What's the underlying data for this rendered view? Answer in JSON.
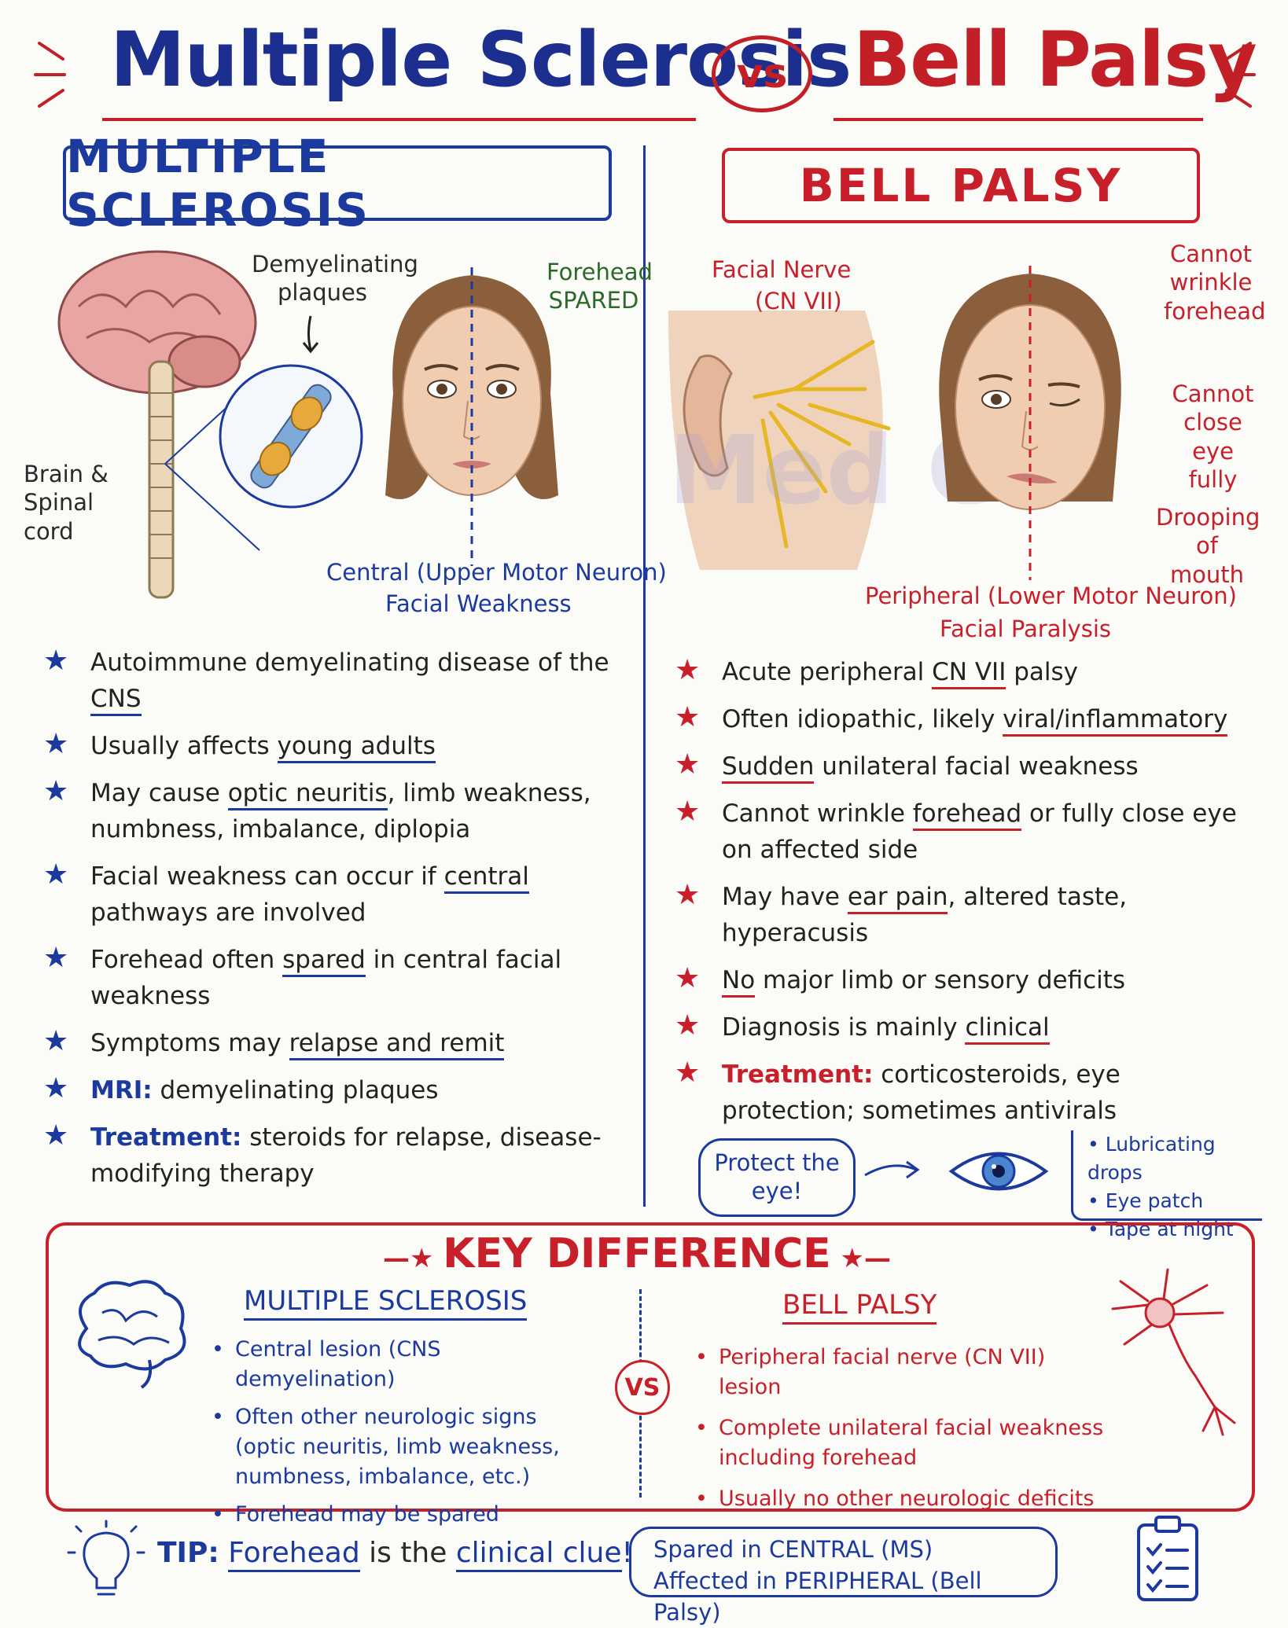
{
  "title": {
    "left": "Multiple Sclerosis",
    "vs": "vs",
    "right": "Bell Palsy"
  },
  "ms": {
    "header": "MULTIPLE SCLEROSIS",
    "labels": {
      "plaques": "Demyelinating plaques",
      "forehead": "Forehead SPARED",
      "brain_cord": "Brain & Spinal cord",
      "caption_1": "Central (Upper Motor Neuron)",
      "caption_2": "Facial Weakness"
    },
    "bullets": [
      [
        "Autoimmune demyelinating disease of the ",
        "CNS",
        ""
      ],
      [
        "Usually affects ",
        "young adults",
        ""
      ],
      [
        "May cause ",
        "optic neuritis",
        ", limb weakness, numbness, imbalance, diplopia"
      ],
      [
        "Facial weakness can occur if ",
        "central",
        " pathways are involved"
      ],
      [
        "Forehead often ",
        "spared",
        " in central facial weakness"
      ],
      [
        "Symptoms may ",
        "relapse and remit",
        ""
      ],
      [
        "",
        "MRI:",
        " demyelinating plaques"
      ],
      [
        "",
        "Treatment:",
        " steroids for relapse, disease-modifying therapy"
      ]
    ]
  },
  "bp": {
    "header": "BELL PALSY",
    "labels": {
      "nerve_1": "Facial Nerve",
      "nerve_2": "(CN VII)",
      "wrinkle": "Cannot wrinkle forehead",
      "close_eye": "Cannot close eye fully",
      "drooping": "Drooping of mouth",
      "caption_1": "Peripheral (Lower Motor Neuron)",
      "caption_2": "Facial Paralysis",
      "watermark": "Med G"
    },
    "bullets": [
      [
        "Acute peripheral ",
        "CN VII",
        " palsy"
      ],
      [
        "Often idiopathic, likely ",
        "viral/inflammatory",
        ""
      ],
      [
        "",
        "Sudden",
        " unilateral facial weakness"
      ],
      [
        "Cannot wrinkle ",
        "forehead",
        " or fully close eye on affected side"
      ],
      [
        "May have ",
        "ear pain",
        ", altered taste, hyperacusis"
      ],
      [
        "",
        "No",
        " major limb or sensory deficits"
      ],
      [
        "Diagnosis is mainly ",
        "clinical",
        ""
      ],
      [
        "",
        "Treatment:",
        " corticosteroids, eye protection; sometimes antivirals"
      ]
    ],
    "protect": "Protect the eye!",
    "eye_care": [
      "Lubricating drops",
      "Eye patch",
      "Tape at night"
    ]
  },
  "key_difference": {
    "title": "KEY DIFFERENCE",
    "vs": "VS",
    "ms_header": "MULTIPLE SCLEROSIS",
    "ms_points": [
      "Central lesion (CNS demyelination)",
      "Often other neurologic signs (optic neuritis, limb weakness, numbness, imbalance, etc.)",
      "Forehead may be spared"
    ],
    "bp_header": "BELL PALSY",
    "bp_points": [
      "Peripheral facial nerve (CN VII) lesion",
      "Complete unilateral facial weakness including forehead",
      "Usually no other neurologic deficits"
    ]
  },
  "tip": {
    "label": "TIP:",
    "word": "Forehead",
    "mid": " is the ",
    "clue": "clinical clue",
    "end": "!"
  },
  "summary": {
    "line1": "Spared in CENTRAL (MS)",
    "line2": "Affected in PERIPHERAL (Bell Palsy)"
  },
  "colors": {
    "blue": "#1c3a9e",
    "red": "#c8202a"
  }
}
